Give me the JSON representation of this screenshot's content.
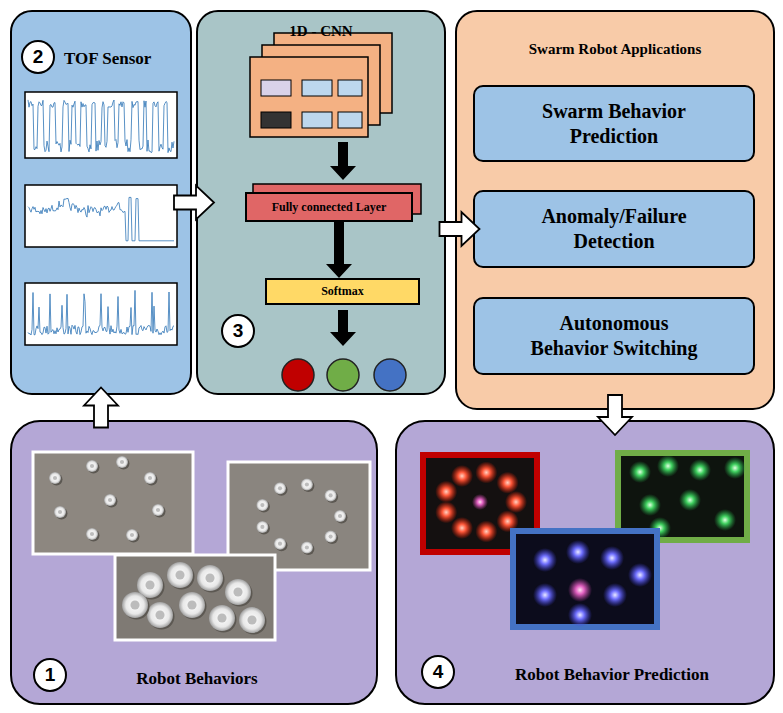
{
  "diagram": {
    "nodes": [
      {
        "text": [
          "TOF Sensor"
        ]
      },
      {
        "text": [
          "1D - CNN"
        ]
      },
      {
        "text": [
          "Fully connected Layer"
        ],
        "in": 1
      },
      {
        "text": [
          "Softmax"
        ],
        "in": 1
      },
      {
        "text": [
          "Swarm Robot Applications"
        ]
      },
      {
        "text": [
          "Swarm Behavior Prediction"
        ],
        "in": 4
      },
      {
        "text": [
          "Anomaly/Failure Detection"
        ],
        "in": 4
      },
      {
        "text": [
          "Autonomous Behavior Switching"
        ],
        "in": 4
      },
      {
        "text": [
          "Robot Behaviors"
        ]
      },
      {
        "text": [
          "Robot Behavior Prediction"
        ]
      }
    ],
    "edges": [
      {
        "from": 8,
        "to": 0,
        "arrow": "to"
      },
      {
        "from": 0,
        "to": 1,
        "arrow": "to"
      },
      {
        "from": 2,
        "to": 3,
        "arrow": "to"
      },
      {
        "from": 1,
        "to": 6,
        "arrow": "to"
      },
      {
        "from": 4,
        "to": 9,
        "arrow": "to"
      }
    ],
    "labels": [
      "2",
      "3",
      "1",
      "4"
    ]
  }
}
